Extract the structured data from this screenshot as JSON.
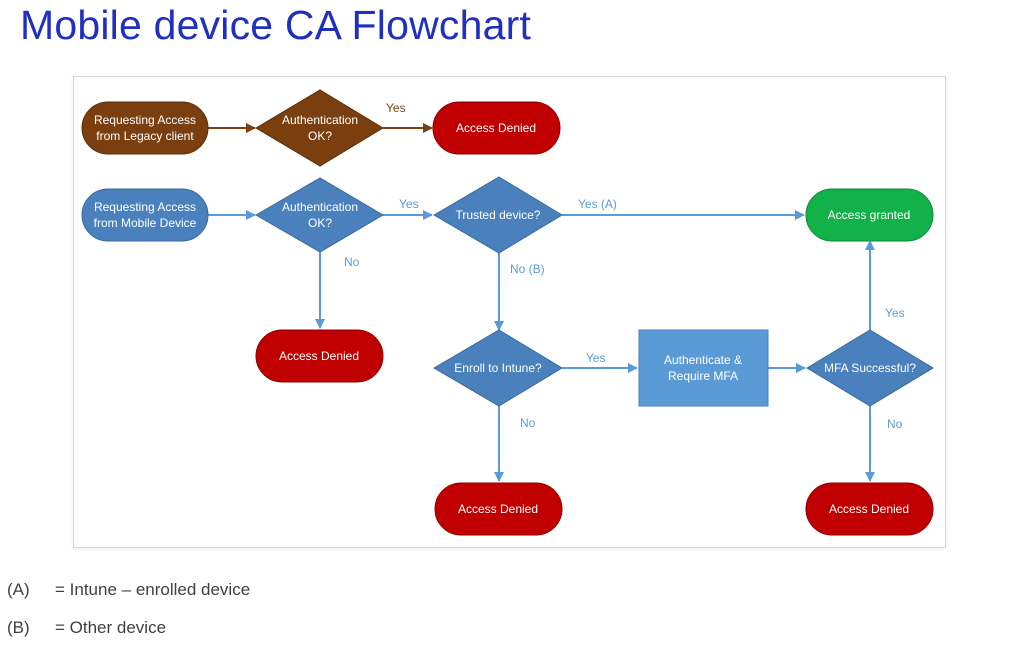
{
  "title": "Mobile device CA Flowchart",
  "colors": {
    "title": "#1f2fbf",
    "legacy_fill": "#7b3f0f",
    "legacy_edge": "#7b3f0f",
    "mobile_fill": "#4a81bd",
    "mobile_edge": "#5b9bd5",
    "denied_fill": "#c00000",
    "granted_fill": "#12b14a",
    "process_fill": "#5b9bd5"
  },
  "nodes": {
    "legacy_start": [
      "Requesting Access",
      "from Legacy client"
    ],
    "legacy_auth": [
      "Authentication",
      "OK?"
    ],
    "legacy_denied": [
      "Access Denied"
    ],
    "mobile_start": [
      "Requesting Access",
      "from Mobile Device"
    ],
    "mobile_auth": [
      "Authentication",
      "OK?"
    ],
    "trusted": [
      "Trusted device?"
    ],
    "granted": [
      "Access granted"
    ],
    "auth_denied": [
      "Access Denied"
    ],
    "enroll": [
      "Enroll to Intune?"
    ],
    "authenticate_mfa": [
      "Authenticate &",
      "Require MFA"
    ],
    "mfa_success": [
      "MFA Successful?"
    ],
    "enroll_denied": [
      "Access Denied"
    ],
    "mfa_denied": [
      "Access Denied"
    ]
  },
  "edge_labels": {
    "legacy_yes": "Yes",
    "mobile_yes": "Yes",
    "mobile_no": "No",
    "trusted_yes": "Yes (A)",
    "trusted_no": "No (B)",
    "enroll_yes": "Yes",
    "enroll_no": "No",
    "mfa_yes": "Yes",
    "mfa_no": "No"
  },
  "legend": [
    {
      "key": "(A)",
      "text": "= Intune – enrolled device"
    },
    {
      "key": "(B)",
      "text": "= Other device"
    }
  ]
}
